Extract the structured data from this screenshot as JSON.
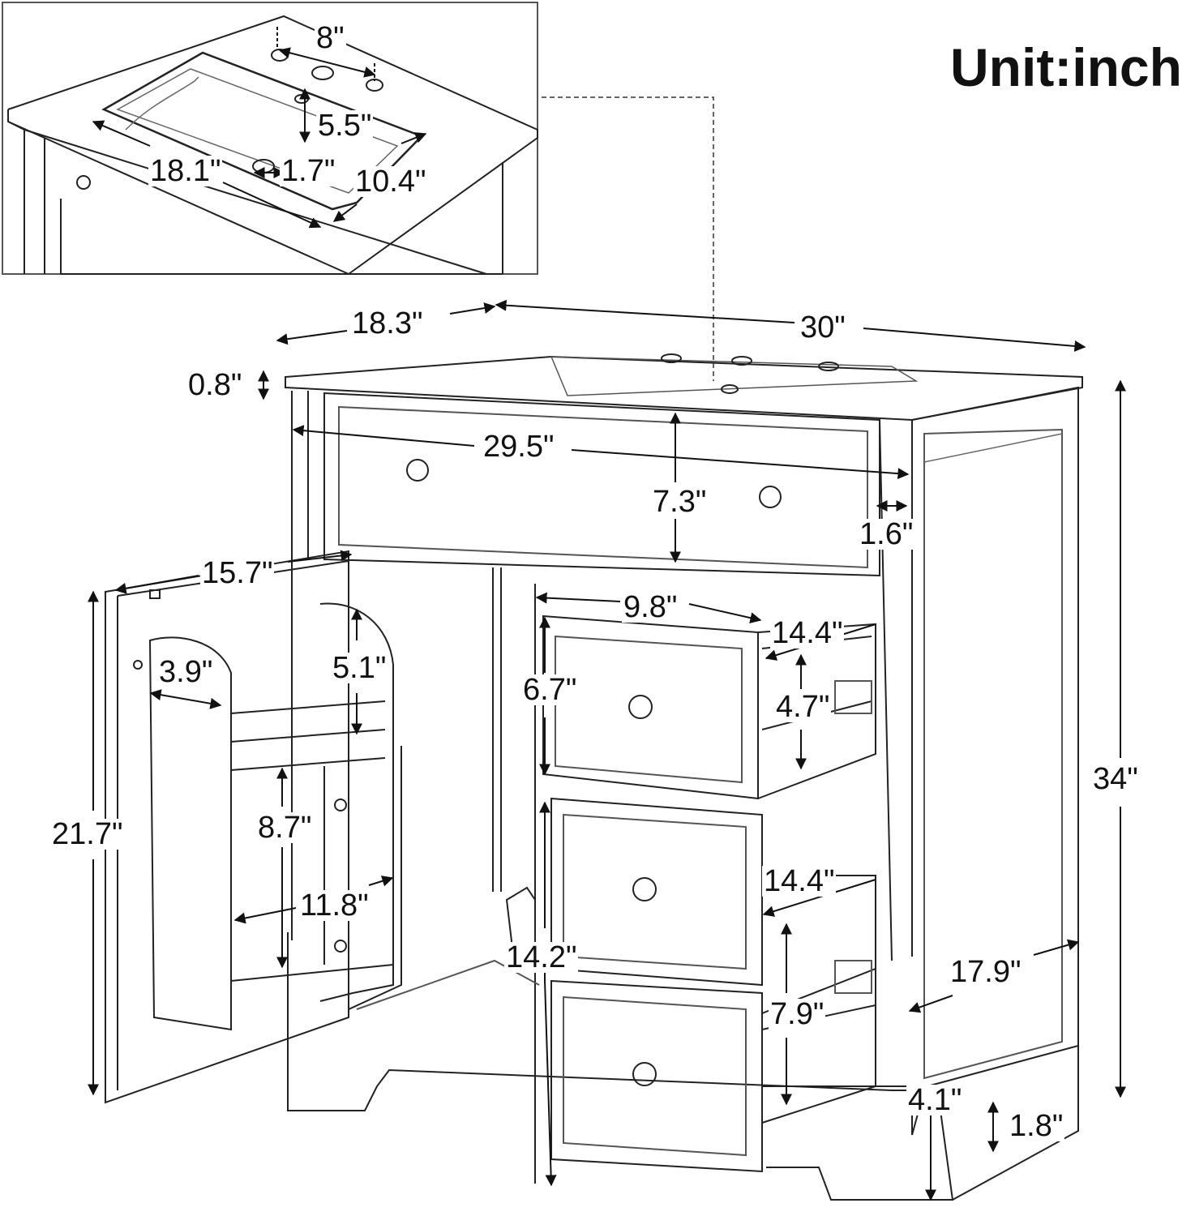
{
  "title": "Unit:inch",
  "dims": {
    "faucet_spacing": "8\"",
    "faucet_to_edge": "5.5\"",
    "basin_length": "18.1\"",
    "drain": "1.7\"",
    "basin_width": "10.4\"",
    "depth": "18.3\"",
    "width": "30\"",
    "top_thickness": "0.8\"",
    "inner_width": "29.5\"",
    "top_drawer_height": "7.3\"",
    "side_frame": "1.6\"",
    "door_width": "15.7\"",
    "shelf_depth": "3.9\"",
    "shelf_gap": "5.1\"",
    "door_height": "21.7\"",
    "rack_height": "8.7\"",
    "rack_width": "11.8\"",
    "drawer_width": "9.8\"",
    "drawer1_depth": "14.4\"",
    "drawer1_height": "6.7\"",
    "drawer1_inner": "4.7\"",
    "total_height": "34\"",
    "drawer2_depth": "14.4\"",
    "cabinet_opening": "14.2\"",
    "side_depth": "17.9\"",
    "drawer3_inner": "7.9\"",
    "toe_kick": "4.1\"",
    "foot": "1.8\""
  }
}
